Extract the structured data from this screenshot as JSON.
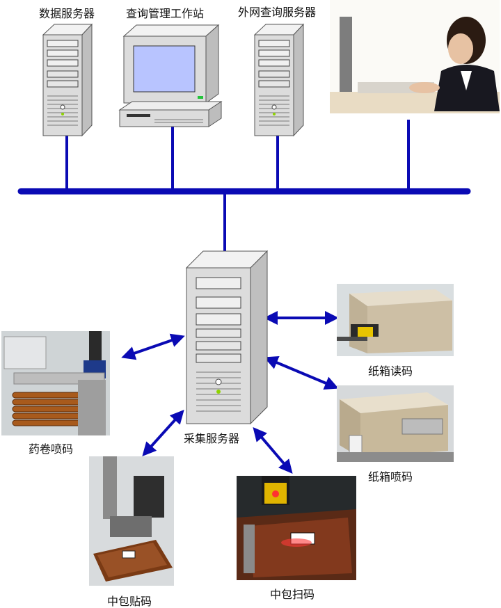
{
  "labels": {
    "data_server": "数据服务器",
    "query_workstation": "查询管理工作站",
    "external_query_server": "外网查询服务器",
    "collection_server": "采集服务器",
    "carton_read": "纸箱读码",
    "carton_print": "纸箱喷码",
    "roll_print": "药卷喷码",
    "pack_label": "中包贴码",
    "pack_scan": "中包扫码"
  },
  "colors": {
    "network": "#0a0ab4",
    "server_body": "#dcdcdc",
    "screen": "#b8c4ff"
  },
  "icons": {
    "data_server": "tower-server-icon",
    "query_workstation": "desktop-computer-icon",
    "external_query_server": "tower-server-icon",
    "collection_server": "tower-server-icon"
  }
}
